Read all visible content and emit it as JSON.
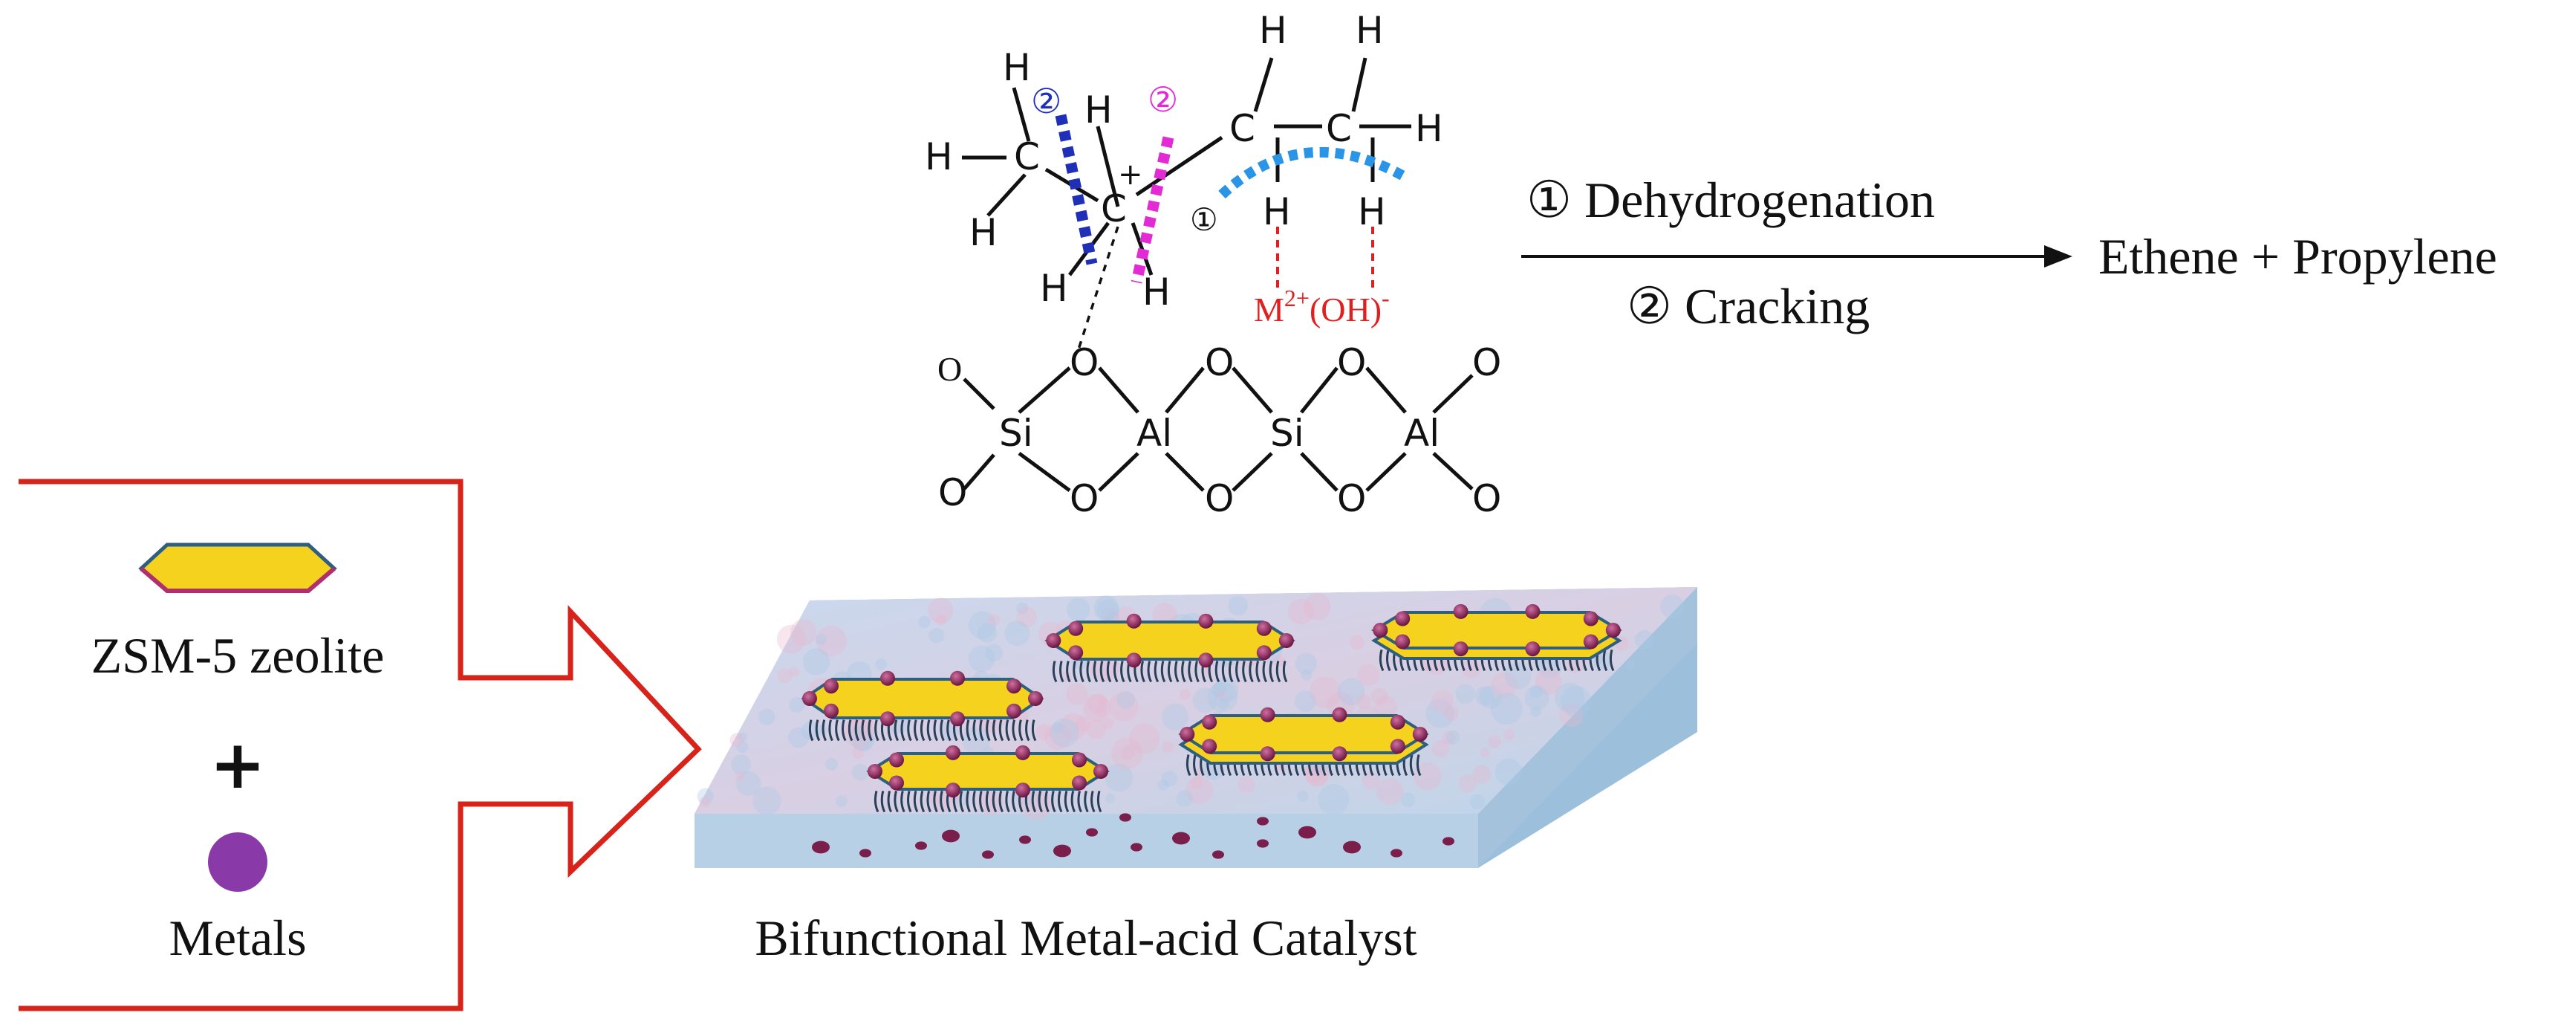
{
  "mechanism": {
    "atoms": {
      "h": "H",
      "c": "C",
      "o": "O",
      "si": "Si",
      "al": "Al",
      "plus": "+"
    },
    "cleavage_markers": {
      "cracking_blue": "②",
      "cracking_pink": "②",
      "dehydrogenation": "①"
    },
    "metal_site": {
      "base": "M",
      "superscript": "2+",
      "group": "(OH)",
      "charge": "-"
    },
    "colors": {
      "cracking_blue": "#1f2fb8",
      "cracking_pink": "#e22bd4",
      "dehydrogenation": "#2a94e6",
      "metal_site": "#e02020"
    }
  },
  "reaction": {
    "step1": "① Dehydrogenation",
    "step2": "② Cracking",
    "product": "Ethene + Propylene"
  },
  "legend": {
    "zeolite_label": "ZSM-5 zeolite",
    "plus_sign": "+",
    "metals_label": "Metals",
    "frame_color": "#d8231a",
    "zeolite_color": "#f5d21e",
    "metal_color": "#8a3aa8"
  },
  "catalyst": {
    "caption": "Bifunctional Metal-acid Catalyst",
    "particle_color": "#7a1f4c"
  }
}
